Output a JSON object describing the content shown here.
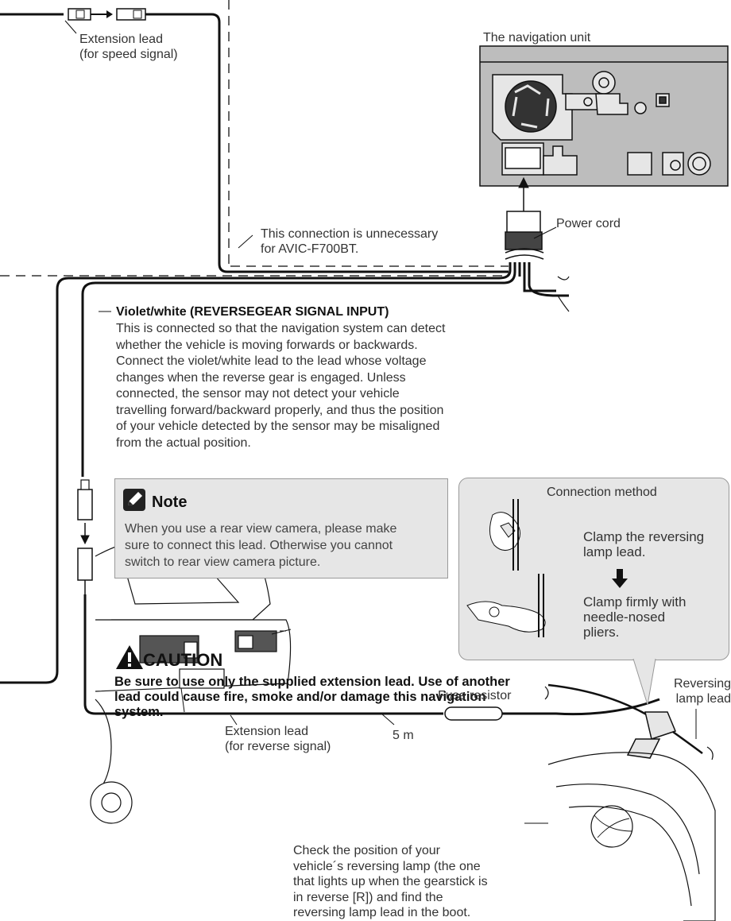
{
  "labels": {
    "extension_speed": "Extension lead\n(for speed signal)",
    "nav_unit": "The navigation unit",
    "power_cord": "Power cord",
    "unnecessary": "This connection is unnecessary\nfor AVIC-F700BT.",
    "fuse_resistor": "Fuse resistor",
    "extension_reverse": "Extension lead\n(for reverse signal)",
    "length": "5 m",
    "reversing_lamp_lead": "Reversing\nlamp lead",
    "check_position": "Check the position of your\nvehicle´s reversing lamp (the one\nthat lights up when the gearstick is\nin reverse [R]) and find the\nreversing lamp lead in the boot."
  },
  "violet": {
    "title": "Violet/white (REVERSEGEAR SIGNAL INPUT)",
    "body": "This is connected so that the navigation system can detect\nwhether the vehicle is moving forwards or backwards.\nConnect the violet/white lead to the lead whose voltage\nchanges when the reverse gear is engaged. Unless\nconnected, the sensor may not detect your vehicle\ntravelling forward/backward properly, and thus the position\nof your vehicle detected by the sensor may be misaligned\nfrom the actual position."
  },
  "note": {
    "title": "Note",
    "body": "When you use a rear view camera, please make\nsure to connect this lead. Otherwise you cannot\nswitch to rear view camera picture."
  },
  "connection_method": {
    "title": "Connection method",
    "step1": "Clamp the reversing\nlamp lead.",
    "step2": "Clamp firmly with\nneedle-nosed\npliers."
  },
  "caution": {
    "title": "CAUTION",
    "body": "Be sure to use only the supplied extension lead. Use of another\nlead could cause fire, smoke and/or damage this navigation\nsystem."
  }
}
